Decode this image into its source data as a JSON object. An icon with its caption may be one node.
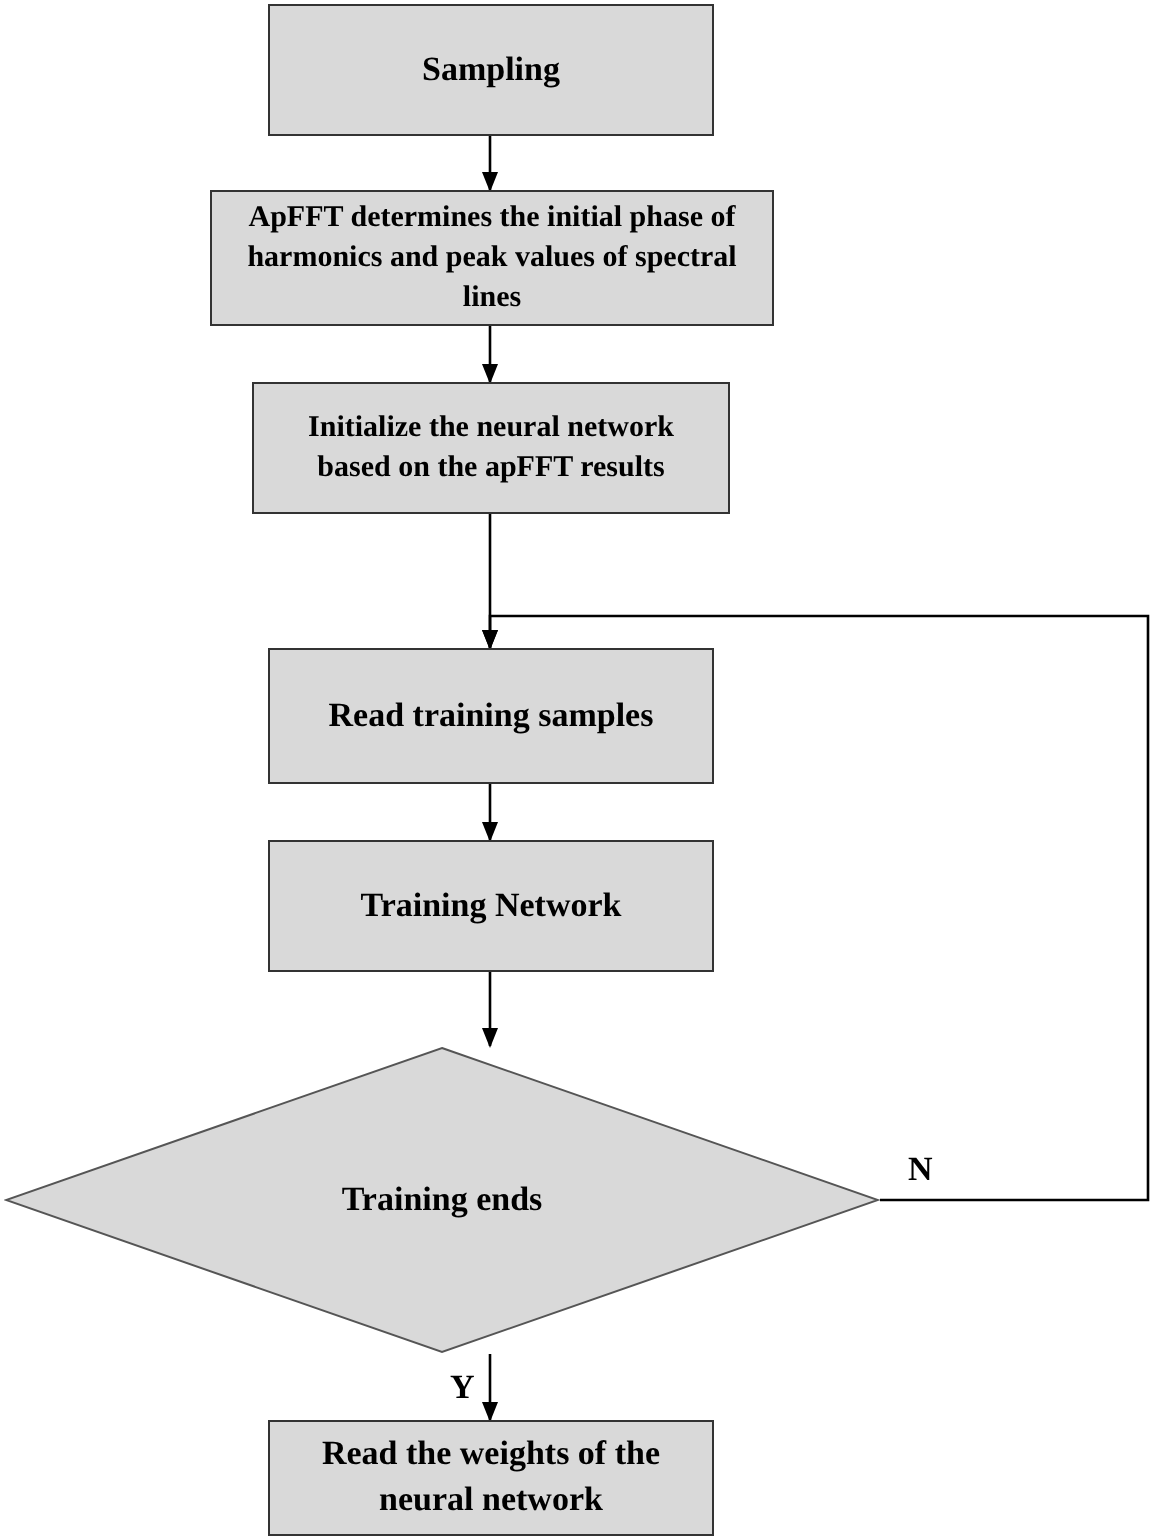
{
  "diagram": {
    "nodes": [
      {
        "text": [
          "Sampling"
        ]
      },
      {
        "text": [
          "ApFFT determines the initial phase of harmonics and peak values of spectral lines"
        ]
      },
      {
        "text": [
          "Initialize the neural network based on the apFFT results"
        ]
      },
      {
        "text": [
          "Read training samples"
        ]
      },
      {
        "text": [
          "Training Network"
        ]
      },
      {
        "text": [
          "Training ends"
        ]
      },
      {
        "text": [
          "Read the weights of the neural network"
        ]
      }
    ],
    "edges": [
      {
        "from": 0,
        "to": 1,
        "arrow": "to"
      },
      {
        "from": 1,
        "to": 2,
        "arrow": "to"
      },
      {
        "from": 2,
        "to": 3,
        "arrow": "to"
      },
      {
        "from": 3,
        "to": 4,
        "arrow": "to"
      },
      {
        "from": 4,
        "to": 5,
        "arrow": "to"
      },
      {
        "from": 5,
        "to": 6,
        "arrow": "to",
        "label": "Y"
      },
      {
        "from": 5,
        "to": 3,
        "arrow": "to",
        "label": "N"
      }
    ]
  }
}
